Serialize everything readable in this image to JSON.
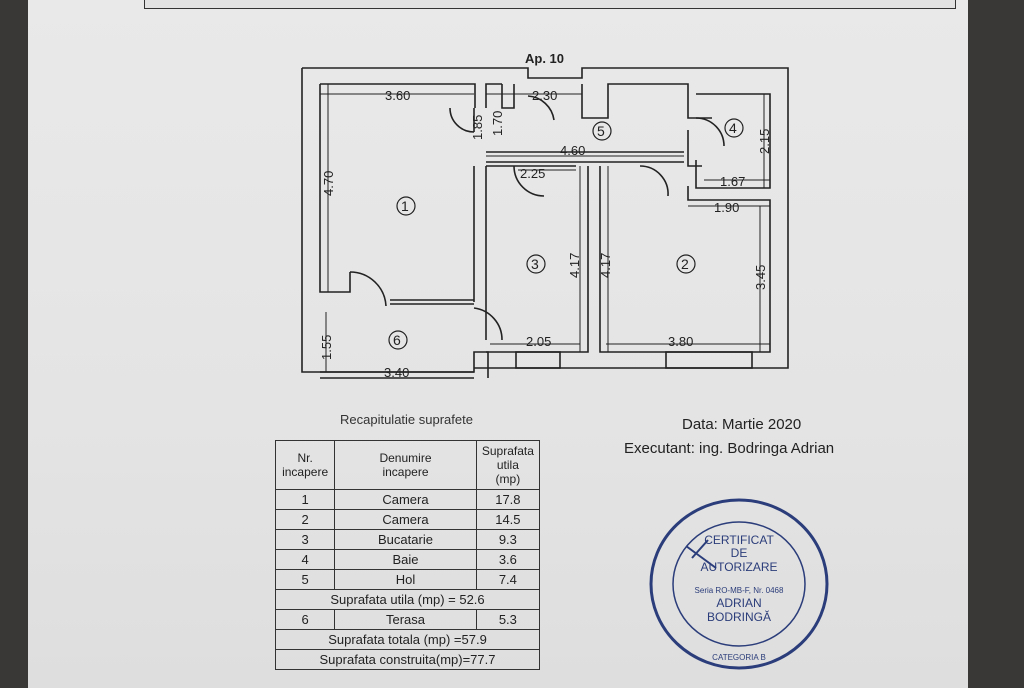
{
  "plan": {
    "apartment_label": "Ap. 10",
    "dimensions": {
      "room1_width": "3.60",
      "room1_height": "4.70",
      "hall_top": "2.30",
      "hall_left_a": "1.85",
      "hall_left_b": "1.70",
      "hall_length": "4.60",
      "bath_height": "2.15",
      "bath_width": "1.67",
      "room2_top": "1.90",
      "room2_height": "3.45",
      "room2_width": "3.80",
      "kitchen_door": "2.25",
      "kitchen_height": "4.17",
      "room2_left": "4.17",
      "kitchen_width": "2.05",
      "terrace_height": "1.55",
      "terrace_width": "3.40"
    },
    "room_numbers": [
      "1",
      "2",
      "3",
      "4",
      "5",
      "6"
    ]
  },
  "recap": {
    "title": "Recapitulatie suprafete",
    "headers": [
      "Nr.\nincapere",
      "Denumire\nincapere",
      "Suprafata\nutila\n(mp)"
    ],
    "rows": [
      [
        "1",
        "Camera",
        "17.8"
      ],
      [
        "2",
        "Camera",
        "14.5"
      ],
      [
        "3",
        "Bucatarie",
        "9.3"
      ],
      [
        "4",
        "Baie",
        "3.6"
      ],
      [
        "5",
        "Hol",
        "7.4"
      ]
    ],
    "total_useful": "Suprafata utila (mp) = 52.6",
    "terrace_row": [
      "6",
      "Terasa",
      "5.3"
    ],
    "total": "Suprafata totala (mp) =57.9",
    "built": "Suprafata construita(mp)=77.7"
  },
  "info": {
    "date": "Data: Martie 2020",
    "executant": "Executant: ing. Bodringa  Adrian"
  },
  "stamp": {
    "line1": "CERTIFICAT",
    "line2": "DE",
    "line3": "AUTORIZARE",
    "line4": "Seria RO-MB-F, Nr. 0468",
    "line5": "ADRIAN",
    "line6": "BODRINGĂ",
    "category": "CATEGORIA B"
  },
  "colors": {
    "ink": "#222222",
    "stamp": "#2b3d7a",
    "paper": "#e6e6e6"
  }
}
